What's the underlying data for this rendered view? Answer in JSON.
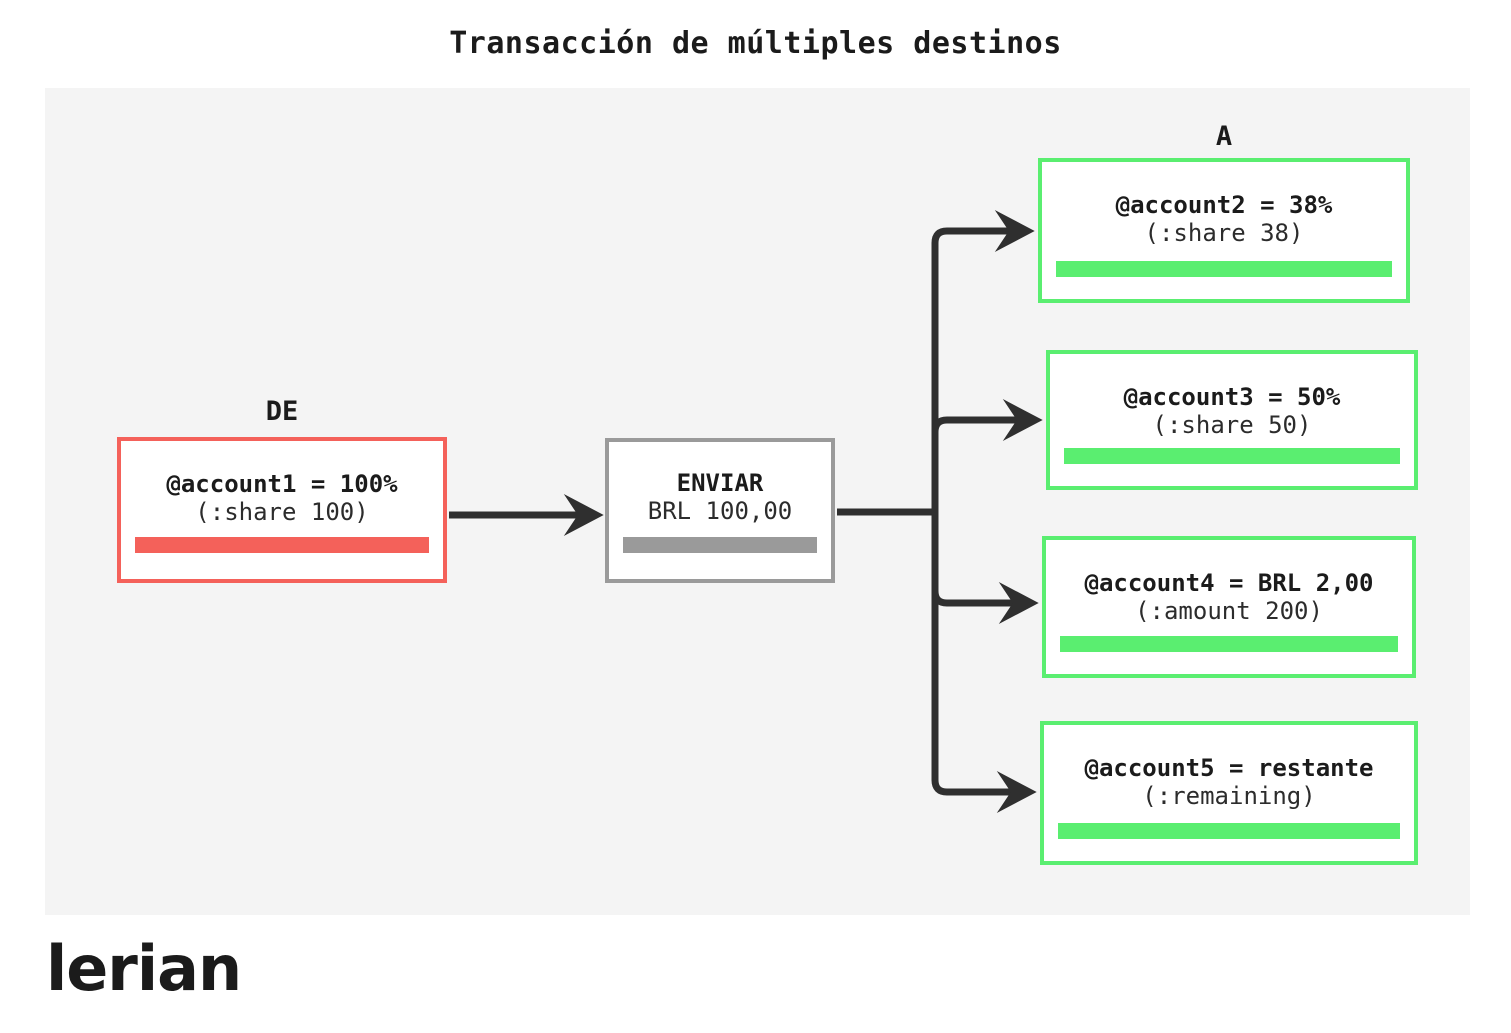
{
  "title": "Transacción de múltiples destinos",
  "brand": {
    "logo_text": "lerian"
  },
  "colors": {
    "page_background": "#ffffff",
    "panel_background": "#f4f4f4",
    "source_accent": "#f4615a",
    "operation_accent": "#9a9a9a",
    "destination_accent": "#5aee70",
    "connector": "#2f2f2f",
    "text": "#1b1b1b"
  },
  "diagram": {
    "type": "flow",
    "source_group_label": "DE",
    "destination_group_label": "A",
    "source": {
      "line1": "@account1 = 100%",
      "line2": "(:share 100)",
      "bar_color": "#f4615a"
    },
    "operation": {
      "line1": "ENVIAR",
      "line2": "BRL 100,00",
      "bar_color": "#9a9a9a"
    },
    "destinations": [
      {
        "line1": "@account2 = 38%",
        "line2": "(:share 38)",
        "bar_color": "#5aee70"
      },
      {
        "line1": "@account3 = 50%",
        "line2": "(:share 50)",
        "bar_color": "#5aee70"
      },
      {
        "line1": "@account4 = BRL 2,00",
        "line2": "(:amount 200)",
        "bar_color": "#5aee70"
      },
      {
        "line1": "@account5 = restante",
        "line2": "(:remaining)",
        "bar_color": "#5aee70"
      }
    ]
  }
}
